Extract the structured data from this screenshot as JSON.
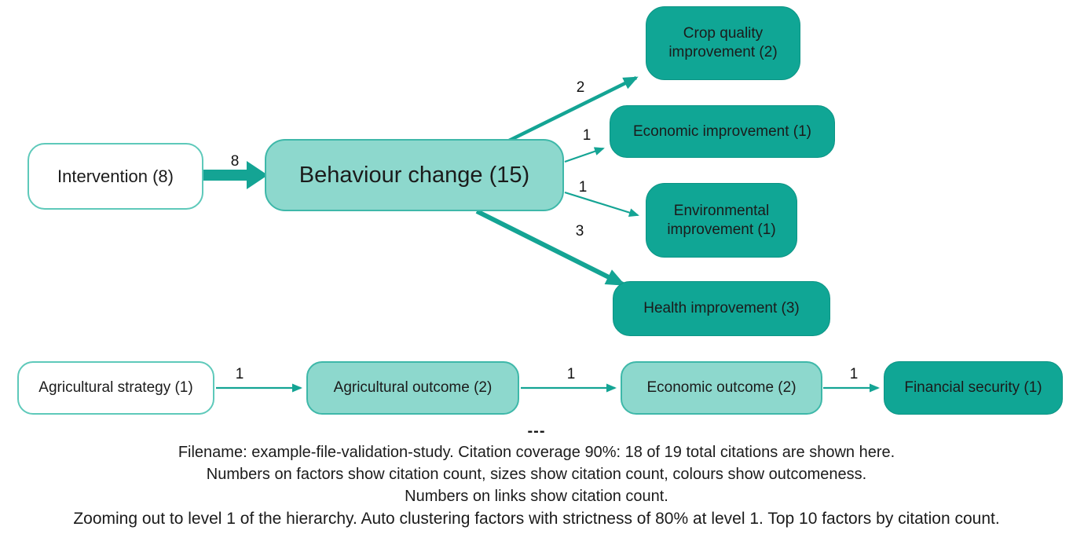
{
  "colors": {
    "teal_dark_fill": "#10A695",
    "teal_light_fill": "#8DD8CD",
    "teal_light_border": "#3EB8A9",
    "white_box_border": "#5EC9BA",
    "arrow": "#14A494",
    "text": "#1B1B1B"
  },
  "factors": {
    "intervention": {
      "label": "Intervention (8)",
      "citations": 8
    },
    "behaviour_change": {
      "label": "Behaviour change (15)",
      "citations": 15
    },
    "crop_quality_improvement": {
      "label": "Crop quality improvement (2)",
      "citations": 2
    },
    "economic_improvement": {
      "label": "Economic improvement (1)",
      "citations": 1
    },
    "environmental_improvement": {
      "label": "Environmental improvement (1)",
      "citations": 1
    },
    "health_improvement": {
      "label": "Health improvement (3)",
      "citations": 3
    },
    "agricultural_strategy": {
      "label": "Agricultural strategy (1)",
      "citations": 1
    },
    "agricultural_outcome": {
      "label": "Agricultural outcome (2)",
      "citations": 2
    },
    "economic_outcome": {
      "label": "Economic outcome (2)",
      "citations": 2
    },
    "financial_security": {
      "label": "Financial security (1)",
      "citations": 1
    }
  },
  "links": {
    "intervention_to_behaviour_change": {
      "label": "8",
      "count": 8
    },
    "behaviour_change_to_crop_quality_improvement": {
      "label": "2",
      "count": 2
    },
    "behaviour_change_to_economic_improvement": {
      "label": "1",
      "count": 1
    },
    "behaviour_change_to_environmental_improvement": {
      "label": "1",
      "count": 1
    },
    "behaviour_change_to_health_improvement": {
      "label": "3",
      "count": 3
    },
    "agricultural_strategy_to_agricultural_outcome": {
      "label": "1",
      "count": 1
    },
    "agricultural_outcome_to_economic_outcome": {
      "label": "1",
      "count": 1
    },
    "economic_outcome_to_financial_security": {
      "label": "1",
      "count": 1
    }
  },
  "caption": {
    "separator": "---",
    "line1": "Filename: example-file-validation-study. Citation coverage 90%: 18 of 19 total citations are shown here.",
    "line2": "Numbers on factors show citation count, sizes show citation count, colours show outcomeness.",
    "line3": "Numbers on links show citation count.",
    "line4": "Zooming out to level 1 of the hierarchy. Auto clustering factors with strictness of 80% at level 1. Top 10 factors by citation count."
  }
}
